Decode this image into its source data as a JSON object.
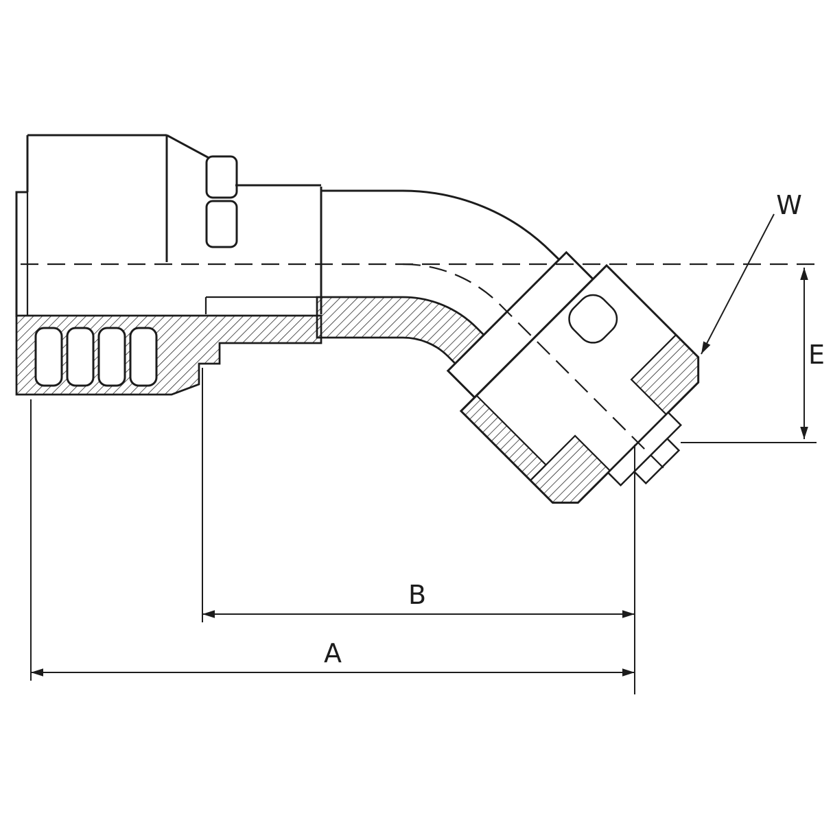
{
  "drawing": {
    "dimension_labels": {
      "w": "W",
      "e": "E",
      "b": "B",
      "a": "A"
    },
    "colors": {
      "line": "#1c1c1c",
      "background": "#ffffff"
    }
  }
}
